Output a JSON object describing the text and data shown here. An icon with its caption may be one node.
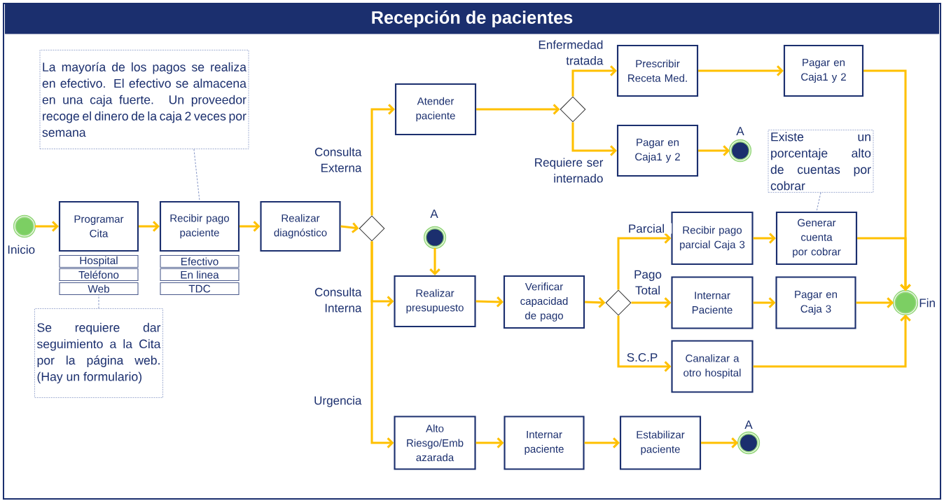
{
  "diagram": {
    "title": "Recepción de pacientes",
    "nodes": [
      {
        "text": [],
        "shape": "circle",
        "beside": [
          "Inicio"
        ]
      },
      {
        "text": [
          "Programar Cita"
        ]
      },
      {
        "text": [
          "Hospital"
        ]
      },
      {
        "text": [
          "Teléfono"
        ]
      },
      {
        "text": [
          "Web"
        ]
      },
      {
        "text": [
          "Recibir pago paciente"
        ]
      },
      {
        "text": [
          "Efectivo"
        ]
      },
      {
        "text": [
          "En linea"
        ]
      },
      {
        "text": [
          "TDC"
        ]
      },
      {
        "text": [
          "Realizar diagnóstico"
        ]
      },
      {
        "text": [],
        "shape": "diamond"
      },
      {
        "text": [
          "Atender paciente"
        ]
      },
      {
        "text": [],
        "shape": "diamond"
      },
      {
        "text": [
          "Prescribir Receta Med."
        ]
      },
      {
        "text": [
          "Pagar en Caja1 y 2"
        ]
      },
      {
        "text": [
          "Pagar en Caja1 y 2"
        ]
      },
      {
        "text": [],
        "shape": "circle",
        "beside": [
          "A"
        ]
      },
      {
        "text": [
          "La mayoría de los pagos se realiza en efectivo. El efectivo se almacena en una caja fuerte. Un proveedor recoge el dinero de la caja 2 veces por semana"
        ]
      },
      {
        "text": [
          "Se requiere dar seguimiento a la Cita por la página web. (Hay un formulario)"
        ]
      },
      {
        "text": [
          "Existe un porcentaje alto de cuentas por cobrar"
        ]
      },
      {
        "text": [],
        "shape": "circle",
        "beside": [
          "A"
        ]
      },
      {
        "text": [
          "Realizar presupuesto"
        ]
      },
      {
        "text": [
          "Verificar capacidad de pago"
        ]
      },
      {
        "text": [],
        "shape": "diamond"
      },
      {
        "text": [
          "Recibir pago parcial Caja 3"
        ]
      },
      {
        "text": [
          "Generar cuenta por cobrar"
        ]
      },
      {
        "text": [
          "Internar Paciente"
        ]
      },
      {
        "text": [
          "Pagar en Caja 3"
        ]
      },
      {
        "text": [
          "Canalizar a otro hospital"
        ]
      },
      {
        "text": [],
        "shape": "circle",
        "beside": [
          "Fin"
        ]
      },
      {
        "text": [
          "Alto Riesgo/Emb azarada"
        ]
      },
      {
        "text": [
          "Internar paciente"
        ]
      },
      {
        "text": [
          "Estabilizar paciente"
        ]
      },
      {
        "text": [],
        "shape": "circle",
        "beside": [
          "A"
        ]
      }
    ],
    "edges": [
      {
        "from": 0,
        "to": 1,
        "arrow": "to"
      },
      {
        "from": 1,
        "to": 5,
        "arrow": "to"
      },
      {
        "from": 5,
        "to": 9,
        "arrow": "to"
      },
      {
        "from": 9,
        "to": 10,
        "arrow": "to"
      },
      {
        "from": 10,
        "to": 11,
        "arrow": "to",
        "label": "Consulta Externa"
      },
      {
        "from": 10,
        "to": 21,
        "arrow": "to",
        "label": "Consulta Interna"
      },
      {
        "from": 10,
        "to": 30,
        "arrow": "to",
        "label": "Urgencia"
      },
      {
        "from": 11,
        "to": 12,
        "arrow": "to"
      },
      {
        "from": 12,
        "to": 13,
        "arrow": "to",
        "label": "Enfermedad tratada"
      },
      {
        "from": 12,
        "to": 15,
        "arrow": "to",
        "label": "Requiere ser internado"
      },
      {
        "from": 13,
        "to": 14,
        "arrow": "to"
      },
      {
        "from": 15,
        "to": 16,
        "arrow": "to"
      },
      {
        "from": 14,
        "to": 29,
        "arrow": "to"
      },
      {
        "from": 20,
        "to": 21,
        "arrow": "to"
      },
      {
        "from": 21,
        "to": 22,
        "arrow": "to"
      },
      {
        "from": 22,
        "to": 23,
        "arrow": "to"
      },
      {
        "from": 23,
        "to": 24,
        "arrow": "to",
        "label": "Parcial"
      },
      {
        "from": 23,
        "to": 26,
        "arrow": "to",
        "label": "Pago Total"
      },
      {
        "from": 23,
        "to": 28,
        "arrow": "to",
        "label": "S.C.P"
      },
      {
        "from": 24,
        "to": 25,
        "arrow": "to"
      },
      {
        "from": 25,
        "to": 29,
        "arrow": "to"
      },
      {
        "from": 26,
        "to": 27,
        "arrow": "to"
      },
      {
        "from": 27,
        "to": 29,
        "arrow": "to"
      },
      {
        "from": 28,
        "to": 29,
        "arrow": "to"
      },
      {
        "from": 30,
        "to": 31,
        "arrow": "to"
      },
      {
        "from": 31,
        "to": 32,
        "arrow": "to"
      },
      {
        "from": 32,
        "to": 33,
        "arrow": "to"
      },
      {
        "from": 17,
        "to": 5,
        "arrow": "none",
        "style": "dashed",
        "color": "#8a9ac8"
      },
      {
        "from": 18,
        "to": 4,
        "arrow": "none",
        "style": "dashed",
        "color": "#8a9ac8"
      },
      {
        "from": 19,
        "to": 25,
        "arrow": "none",
        "style": "dashed",
        "color": "#8a9ac8"
      }
    ]
  }
}
